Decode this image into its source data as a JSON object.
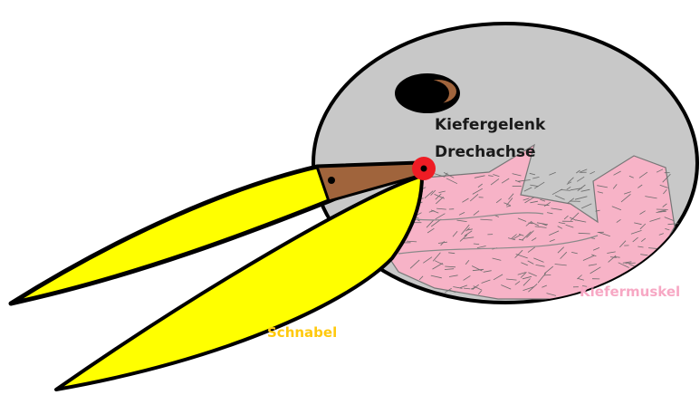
{
  "labels": {
    "jaw_joint": "Kiefergelenk",
    "rotation_axis": "Drechachse",
    "beak": "Schnabel",
    "jaw_muscle": "Kiefermuskel"
  },
  "colors": {
    "skull": "#c8c8c8",
    "outline": "#000000",
    "beak": "#ffff00",
    "muscle": "#f7b3c7",
    "muscle_fiber": "#6b6b6b",
    "joint": "#ee1c24",
    "jaw_bone": "#a0643c",
    "beak_label": "#ffc90e",
    "muscle_label": "#f7a8c4"
  },
  "icons": {
    "eye": "eye-icon",
    "pivot": "pivot-point-icon"
  }
}
